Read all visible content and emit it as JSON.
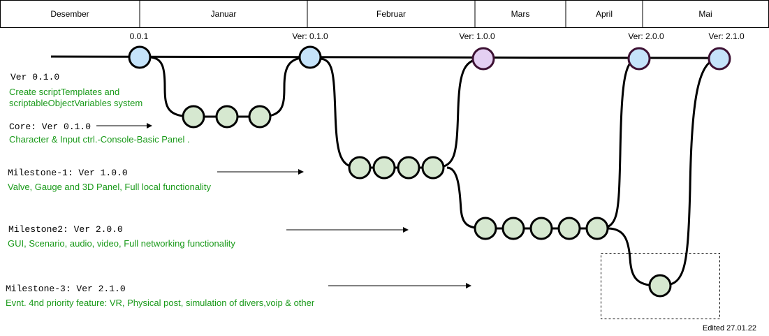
{
  "months": [
    "Desember",
    "Januar",
    "Februar",
    "Mars",
    "April",
    "Mai"
  ],
  "versions": [
    "0.0.1",
    "Ver: 0.1.0",
    "Ver: 1.0.0",
    "Ver: 2.0.0",
    "Ver: 2.1.0"
  ],
  "notes": [
    {
      "title": "Ver 0.1.0",
      "desc": [
        "Create scriptTemplates and",
        "scriptableObjectVariables system"
      ]
    },
    {
      "title": "Core: Ver 0.1.0",
      "desc": [
        "Character & Input ctrl.-Console-Basic Panel ."
      ]
    },
    {
      "title": "Milestone-1: Ver 1.0.0",
      "desc": [
        "Valve, Gauge and 3D Panel, Full local functionality"
      ]
    },
    {
      "title": "Milestone2: Ver 2.0.0",
      "desc": [
        "GUI, Scenario, audio, video, Full networking functionality"
      ]
    },
    {
      "title": "Milestone-3: Ver 2.1.0",
      "desc": [
        "Evnt. 4nd priority feature: VR, Physical post, simulation of divers,voip & other"
      ]
    }
  ],
  "footer": "Edited 27.01.22",
  "colors": {
    "desc_text": "#1a9a1a",
    "release_node_fill": "#c5e3fa",
    "milestone_node_stroke": "#3d1133",
    "commit_node_fill": "#d6e8d0",
    "line": "#000000"
  }
}
